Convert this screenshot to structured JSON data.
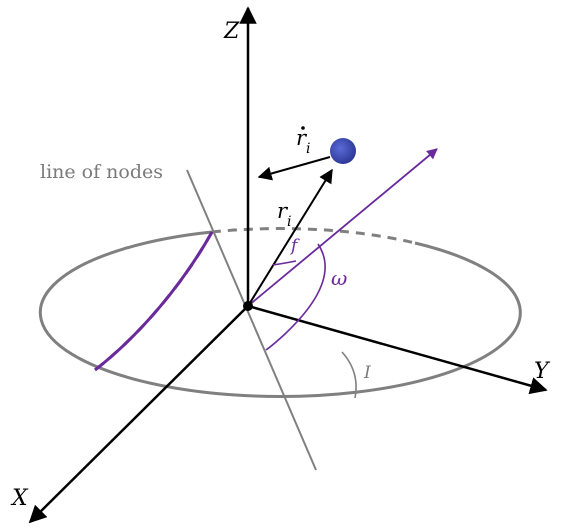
{
  "labels": {
    "axis_x": "X",
    "axis_y": "Y",
    "axis_z": "Z",
    "line_of_nodes": "line of nodes",
    "position_vector": "r",
    "position_subscript": "i",
    "velocity_vector": "r",
    "velocity_subscript": "i",
    "true_anomaly": "f",
    "argument_of_pericenter": "ω",
    "inclination": "I"
  },
  "colors": {
    "orbit": "#6a2a9c",
    "reference_plane": "#808080",
    "axes": "#000000",
    "planet_fill": "#3d49b0",
    "label_gray": "#7a7a7a"
  }
}
